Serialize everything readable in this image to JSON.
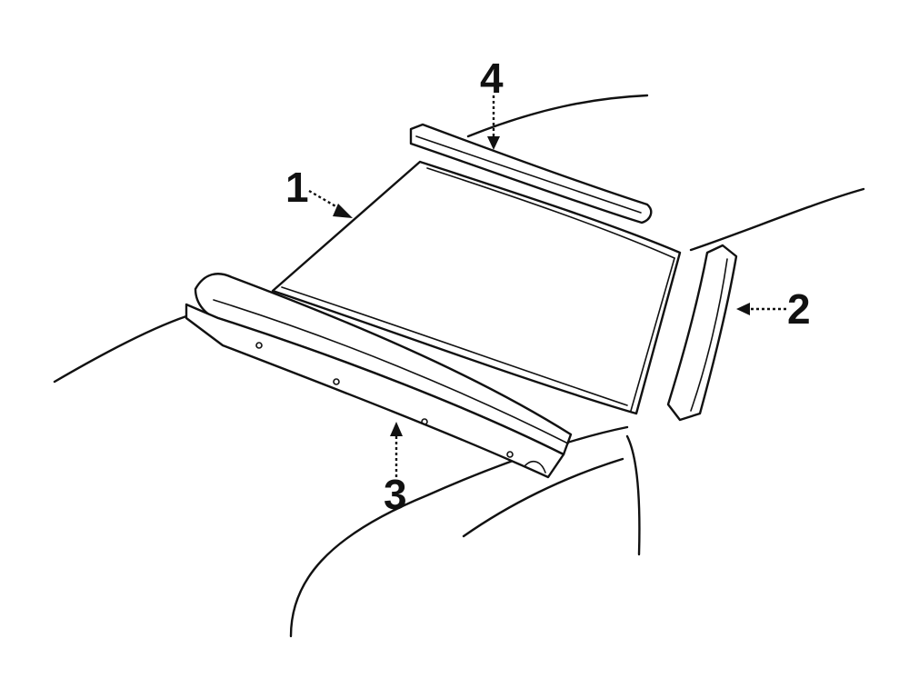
{
  "callouts": [
    {
      "id": "1",
      "text": "1",
      "part": "windshield-glass"
    },
    {
      "id": "2",
      "text": "2",
      "part": "side-pillar-molding"
    },
    {
      "id": "3",
      "text": "3",
      "part": "cowl-panel-molding"
    },
    {
      "id": "4",
      "text": "4",
      "part": "roof-front-molding"
    }
  ],
  "colors": {
    "line": "#111111",
    "background": "#ffffff"
  }
}
